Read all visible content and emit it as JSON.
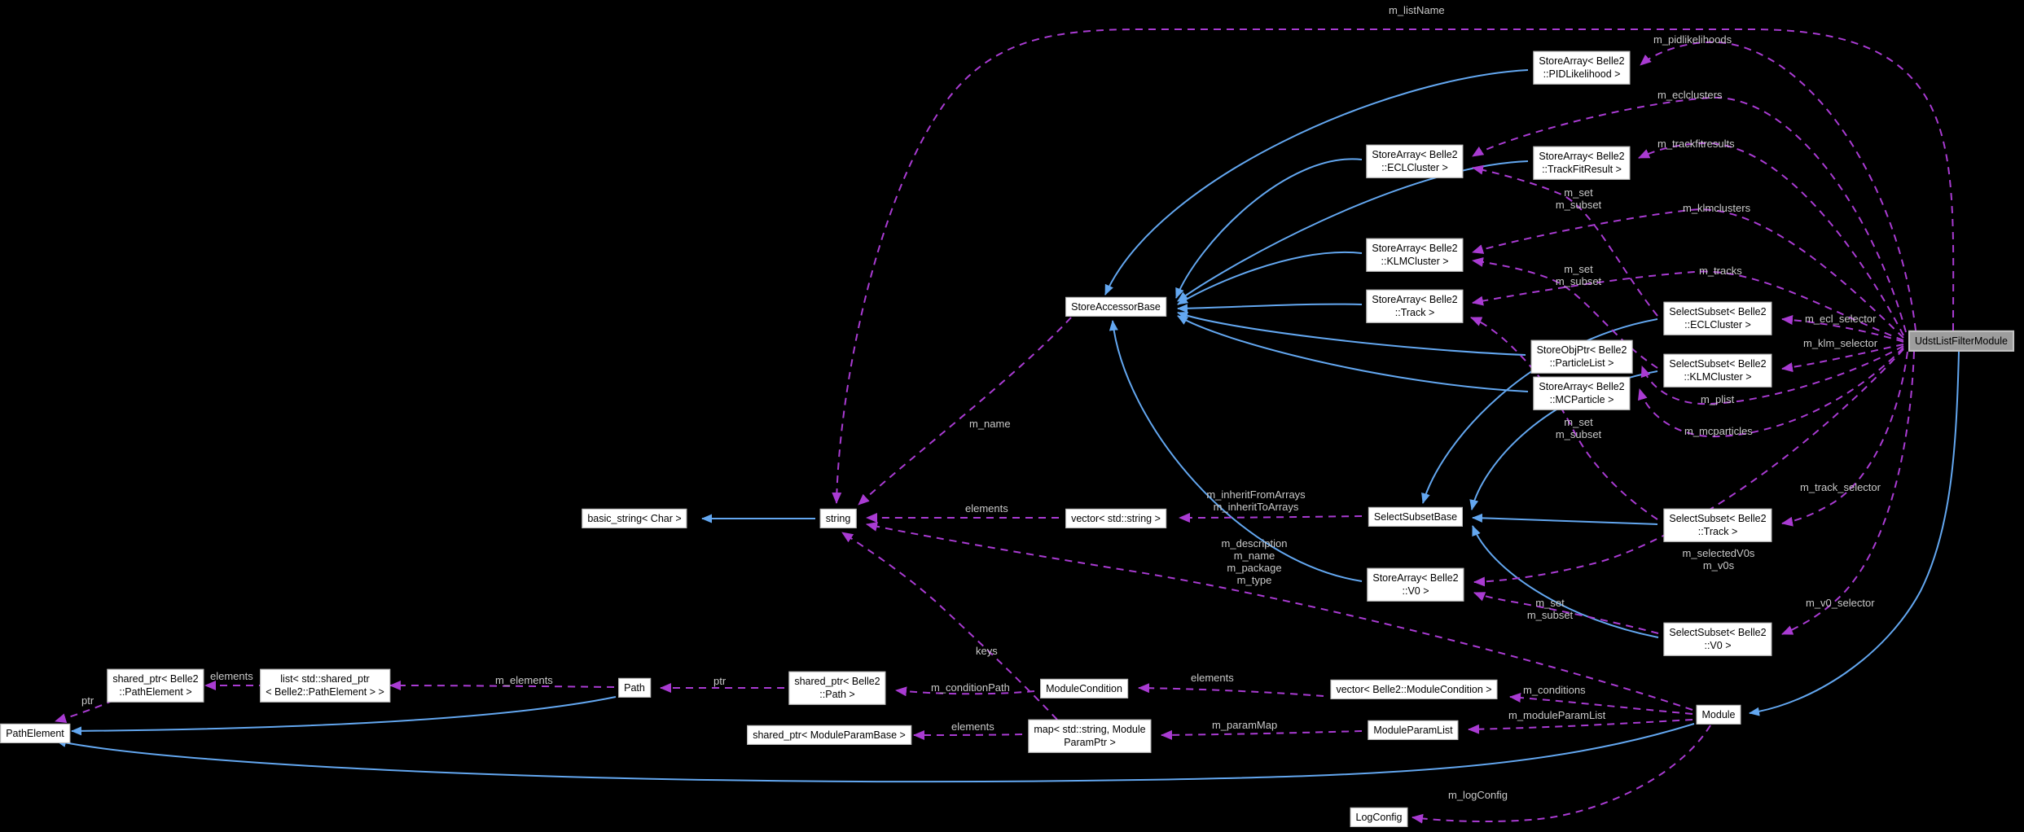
{
  "colors": {
    "background": "#000000",
    "inheritance_edge_blue": "#63a7f0",
    "member_edge_purple": "#a93bd2",
    "node_fill": "#ffffff",
    "node_border": "#b6b6b6",
    "highlight_node_fill": "#9d9d9d",
    "edge_label_text": "#c9c9c9"
  },
  "nodes": {
    "udstlistfiltermodule": {
      "l1": "UdstListFilterModule"
    },
    "pidlikelihood": {
      "l1": "StoreArray< Belle2",
      "l2": "::PIDLikelihood >"
    },
    "ecl_array": {
      "l1": "StoreArray< Belle2",
      "l2": "::ECLCluster >"
    },
    "trackfitresult_array": {
      "l1": "StoreArray< Belle2",
      "l2": "::TrackFitResult >"
    },
    "klm_array": {
      "l1": "StoreArray< Belle2",
      "l2": "::KLMCluster >"
    },
    "track_array": {
      "l1": "StoreArray< Belle2",
      "l2": "::Track >"
    },
    "mcparticle_array": {
      "l1": "StoreArray< Belle2",
      "l2": "::MCParticle >"
    },
    "v0_array": {
      "l1": "StoreArray< Belle2",
      "l2": "::V0 >"
    },
    "particlelist_objptr": {
      "l1": "StoreObjPtr< Belle2",
      "l2": "::ParticleList >"
    },
    "select_ecl": {
      "l1": "SelectSubset< Belle2",
      "l2": "::ECLCluster >"
    },
    "select_klm": {
      "l1": "SelectSubset< Belle2",
      "l2": "::KLMCluster >"
    },
    "select_track": {
      "l1": "SelectSubset< Belle2",
      "l2": "::Track >"
    },
    "select_v0": {
      "l1": "SelectSubset< Belle2",
      "l2": "::V0 >"
    },
    "storeaccessorbase": {
      "l1": "StoreAccessorBase"
    },
    "selectsubsetbase": {
      "l1": "SelectSubsetBase"
    },
    "basic_string": {
      "l1": "basic_string< Char >"
    },
    "string": {
      "l1": "string"
    },
    "vector_string": {
      "l1": "vector< std::string >"
    },
    "pathelement": {
      "l1": "PathElement"
    },
    "sharedptr_pathelement": {
      "l1": "shared_ptr< Belle2",
      "l2": "::PathElement >"
    },
    "list_sharedptr": {
      "l1": "list< std::shared_ptr",
      "l2": "< Belle2::PathElement > >"
    },
    "path": {
      "l1": "Path"
    },
    "sharedptr_path": {
      "l1": "shared_ptr< Belle2",
      "l2": "::Path >"
    },
    "sharedptr_moduleparambase": {
      "l1": "shared_ptr< ModuleParamBase >"
    },
    "map_param": {
      "l1": "map< std::string, Module",
      "l2": "ParamPtr >"
    },
    "modulecondition": {
      "l1": "ModuleCondition"
    },
    "vector_modulecondition": {
      "l1": "vector< Belle2::ModuleCondition >"
    },
    "moduleparamlist": {
      "l1": "ModuleParamList"
    },
    "module": {
      "l1": "Module"
    },
    "logconfig": {
      "l1": "LogConfig"
    }
  },
  "members": {
    "m_listName": "m_listName",
    "m_pidlikelihoods": "m_pidlikelihoods",
    "m_eclclusters": "m_eclclusters",
    "m_trackfitresults": "m_trackfitresults",
    "m_klmclusters": "m_klmclusters",
    "m_tracks": "m_tracks",
    "m_ecl_selector": "m_ecl_selector",
    "m_klm_selector": "m_klm_selector",
    "m_plist": "m_plist",
    "m_mcparticles": "m_mcparticles",
    "m_track_selector": "m_track_selector",
    "m_selectedV0s": "m_selectedV0s",
    "m_v0s": "m_v0s",
    "m_v0_selector": "m_v0_selector",
    "m_set": "m_set",
    "m_subset": "m_subset",
    "m_name": "m_name",
    "elements": "elements",
    "m_inheritFromArrays": "m_inheritFromArrays",
    "m_inheritToArrays": "m_inheritToArrays",
    "m_description": "m_description",
    "m_package": "m_package",
    "m_type": "m_type",
    "keys": "keys",
    "m_conditionPath": "m_conditionPath",
    "m_conditions": "m_conditions",
    "m_moduleParamList": "m_moduleParamList",
    "m_paramMap": "m_paramMap",
    "m_logConfig": "m_logConfig",
    "ptr": "ptr",
    "m_elements": "m_elements"
  }
}
